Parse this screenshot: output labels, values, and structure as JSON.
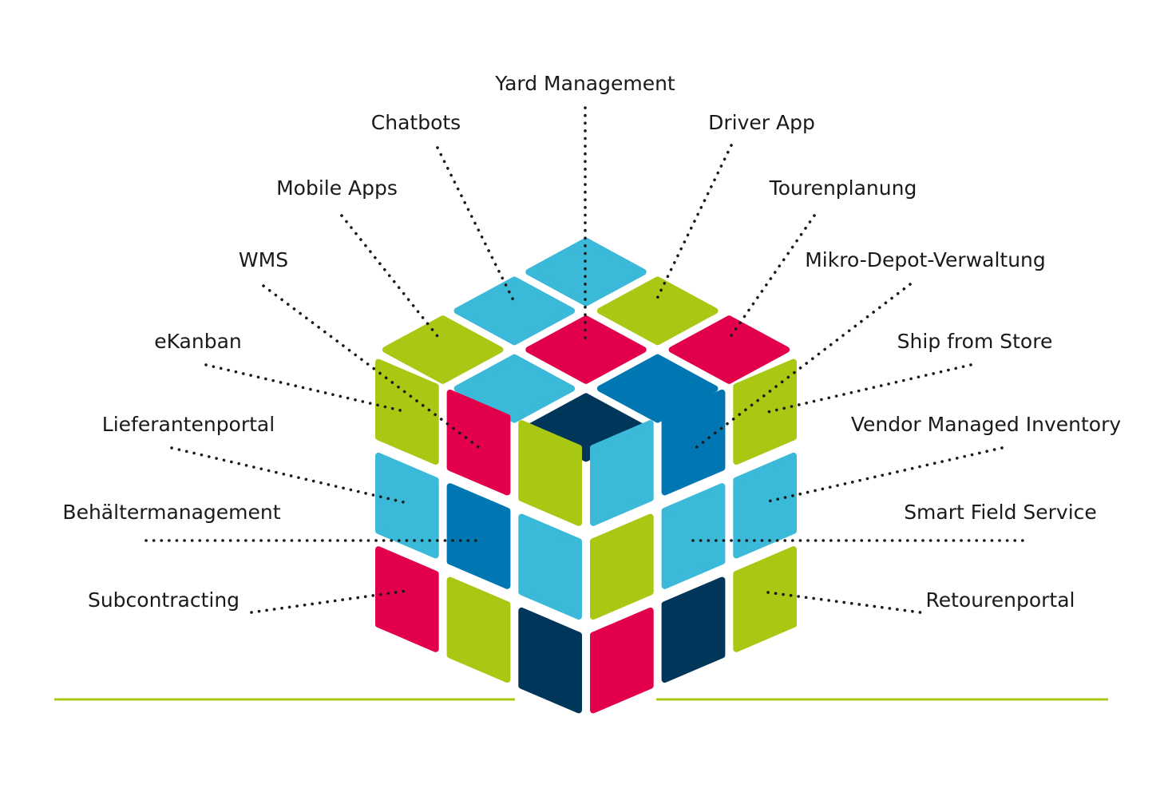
{
  "palette": {
    "lime": "#a9c813",
    "cyan": "#3bb9d8",
    "crimson": "#e2004b",
    "blue": "#0077b3",
    "navy": "#00365a",
    "ground_line": "#a9c813",
    "text": "#1a1a1a"
  },
  "cube": {
    "top_face": [
      [
        "cyan",
        "lime",
        "crimson"
      ],
      [
        "cyan",
        "crimson",
        "blue"
      ],
      [
        "lime",
        "cyan",
        "navy"
      ]
    ],
    "left_face": [
      [
        "lime",
        "crimson",
        "lime"
      ],
      [
        "cyan",
        "blue",
        "cyan"
      ],
      [
        "crimson",
        "lime",
        "navy"
      ]
    ],
    "right_face": [
      [
        "cyan",
        "blue",
        "lime"
      ],
      [
        "lime",
        "cyan",
        "cyan"
      ],
      [
        "crimson",
        "navy",
        "lime"
      ]
    ]
  },
  "labels": {
    "yard_management": "Yard Management",
    "chatbots": "Chatbots",
    "driver_app": "Driver App",
    "mobile_apps": "Mobile Apps",
    "tourenplanung": "Tourenplanung",
    "wms": "WMS",
    "mikro_depot": "Mikro-Depot-Verwaltung",
    "ekanban": "eKanban",
    "ship_from_store": "Ship from Store",
    "lieferantenportal": "Lieferantenportal",
    "vendor_managed_inventory": "Vendor Managed Inventory",
    "behaeltermanagement": "Behältermanagement",
    "smart_field_service": "Smart Field Service",
    "subcontracting": "Subcontracting",
    "retourenportal": "Retourenportal"
  }
}
